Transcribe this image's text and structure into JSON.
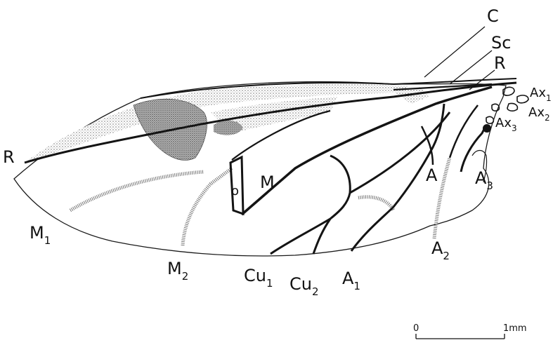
{
  "labels": {
    "C": "C",
    "Sc": "Sc",
    "R_top": "R",
    "Ax1": {
      "base": "Ax",
      "sub": "1"
    },
    "Ax2": {
      "base": "Ax",
      "sub": "2"
    },
    "Ax3": {
      "base": "Ax",
      "sub": "3"
    },
    "A": "A",
    "A3": {
      "base": "A",
      "sub": "3"
    },
    "A2": {
      "base": "A",
      "sub": "2"
    },
    "A1": {
      "base": "A",
      "sub": "1"
    },
    "Cu1": {
      "base": "Cu",
      "sub": "1"
    },
    "Cu2": {
      "base": "Cu",
      "sub": "2"
    },
    "M2": {
      "base": "M",
      "sub": "2"
    },
    "M1": {
      "base": "M",
      "sub": "1"
    },
    "M": "M",
    "R_left": "R",
    "o": "o"
  },
  "scale_bar": {
    "start_label": "0",
    "end_label": "1mm"
  },
  "colors": {
    "vein": "#141414",
    "stipple": "#8a8a8a",
    "outline": "#1a1a1a",
    "background": "#ffffff"
  }
}
